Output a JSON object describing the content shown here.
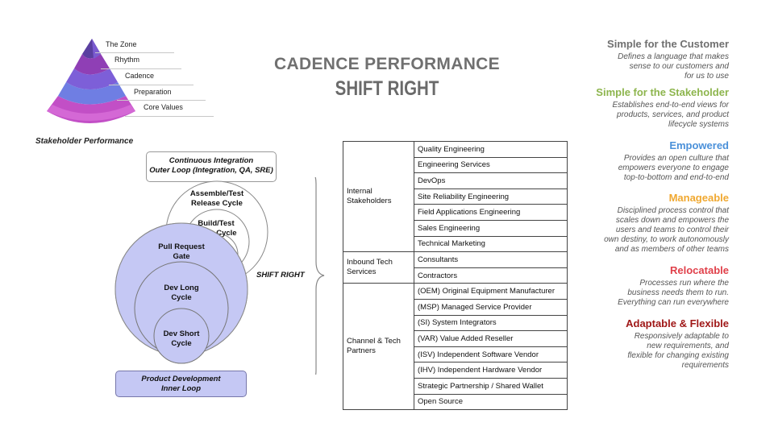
{
  "title": "CADENCE PERFORMANCE",
  "subtitle": "SHIFT RIGHT",
  "pyramid": {
    "layers": [
      "The Zone",
      "Rhythm",
      "Cadence",
      "Preparation",
      "Core Values"
    ],
    "caption": "Stakeholder Performance"
  },
  "loops": {
    "outer_title": "Continuous Integration",
    "outer_sub": "Outer Loop (Integration, QA,  SRE)",
    "assemble_1": "Assemble/Test",
    "assemble_2": "Release Cycle",
    "build_1": "Build/Test",
    "build_2": "Long Cycle",
    "pr_1": "Pull Request",
    "pr_2": "Gate",
    "devlong_1": "Dev Long",
    "devlong_2": "Cycle",
    "devshort_1": "Dev Short",
    "devshort_2": "Cycle",
    "inner_title": "Product Development",
    "inner_sub": "Inner Loop",
    "shift_right": "SHIFT RIGHT"
  },
  "stakeholders": {
    "internal": {
      "label_1": "Internal",
      "label_2": "Stakeholders",
      "items": [
        "Quality Engineering",
        "Engineering Services",
        "DevOps",
        "Site Reliability Engineering",
        "Field Applications  Engineering",
        "Sales Engineering",
        "Technical Marketing"
      ]
    },
    "inbound": {
      "label_1": "Inbound Tech",
      "label_2": "Services",
      "items": [
        "Consultants",
        "Contractors"
      ]
    },
    "channel": {
      "label_1": "Channel & Tech",
      "label_2": "Partners",
      "items": [
        "(OEM) Original Equipment Manufacturer",
        "(MSP) Managed Service Provider",
        "(SI) System Integrators",
        "(VAR) Value Added Reseller",
        "(ISV) Independent Software Vendor",
        "(IHV) Independent Hardware Vendor",
        "Strategic Partnership / Shared Wallet",
        "Open Source"
      ]
    }
  },
  "principles": [
    {
      "heading": "Simple for the Customer",
      "color": "#707070",
      "lines": [
        "Defines a language that makes",
        "sense to our customers and",
        "for us to use"
      ]
    },
    {
      "heading": "Simple for the Stakeholder",
      "color": "#8db54d",
      "lines": [
        "Establishes end-to-end views for",
        "products, services, and product",
        "lifecycle  systems"
      ]
    },
    {
      "heading": "Empowered",
      "color": "#4a90d9",
      "lines": [
        "Provides an open culture that",
        "empowers everyone to engage",
        "top-to-bottom and end-to-end"
      ]
    },
    {
      "heading": "Manageable",
      "color": "#f0a830",
      "lines": [
        "Disciplined process control that",
        "scales down and empowers the",
        "users and teams to control their",
        "own destiny, to work autonomously",
        "and as members of other teams"
      ]
    },
    {
      "heading": "Relocatable",
      "color": "#e0404a",
      "lines": [
        "Processes run where the",
        "business needs them to run.",
        "Everything can run everywhere"
      ]
    },
    {
      "heading": "Adaptable & Flexible",
      "color": "#a01818",
      "lines": [
        "Responsively adaptable to",
        "new requirements, and",
        "flexible for changing  existing",
        "requirements"
      ]
    }
  ]
}
